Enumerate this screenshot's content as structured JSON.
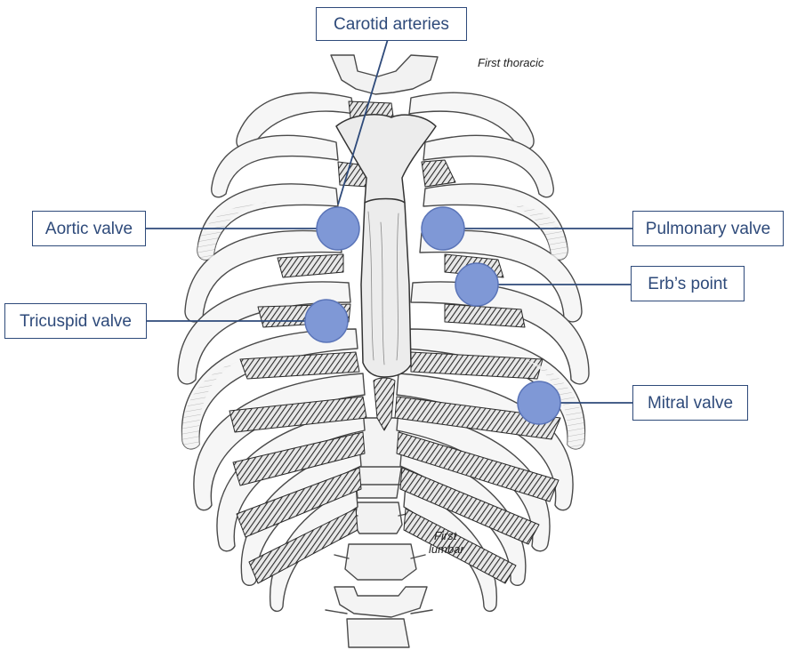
{
  "labels": {
    "carotid": "Carotid arteries",
    "aortic": "Aortic valve",
    "pulmonary": "Pulmonary valve",
    "erbs": "Erb’s point",
    "tricuspid": "Tricuspid valve",
    "mitral": "Mitral valve"
  },
  "vertebra_labels": {
    "first_thoracic": "First thoracic",
    "first_lumbar_line1": "First",
    "first_lumbar_line2": "lumbar"
  },
  "colors": {
    "box_border": "#2e4a7a",
    "label_text": "#2e4a7a",
    "leader_line": "#2e4a7a",
    "marker_fill": "#7f98d6",
    "marker_stroke": "#5a74b8",
    "bone_outline": "#4a4a4a",
    "bone_shade": "#3d3d3d"
  }
}
